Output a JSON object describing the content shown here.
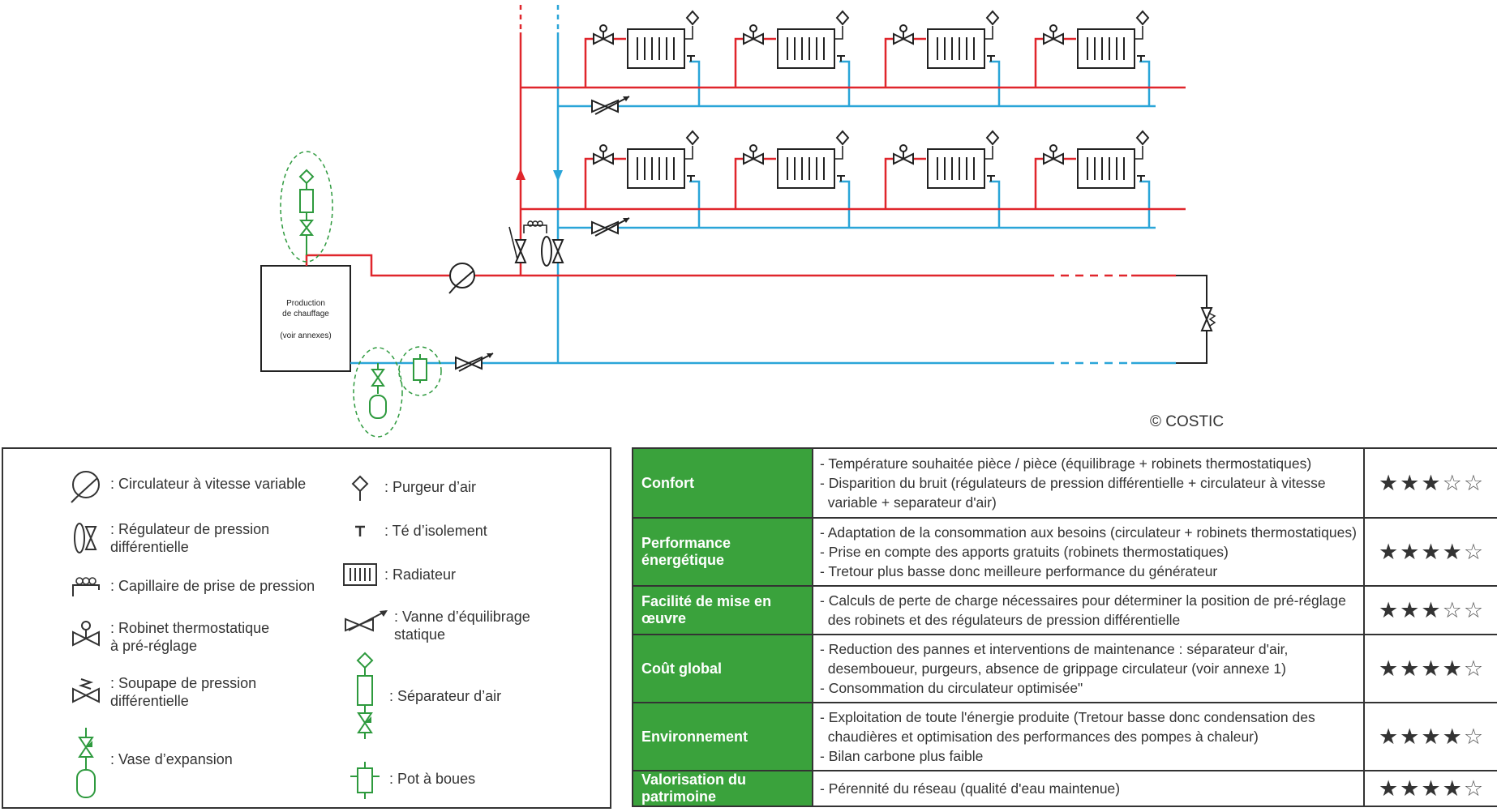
{
  "schema": {
    "boiler_label_line1": "Production",
    "boiler_label_line2": "de chauffage",
    "boiler_label_line3": "(voir annexes)",
    "copyright": "© COSTIC",
    "colors": {
      "supply": "#e0262c",
      "return": "#2aa5d8",
      "accessory": "#2e9a3e",
      "line": "#333333"
    }
  },
  "legend": [
    {
      "icon": "variable-speed-pump-icon",
      "label": ": Circulateur à vitesse variable"
    },
    {
      "icon": "differential-pressure-regulator-icon",
      "label": ": Régulateur de pression\n  différentielle"
    },
    {
      "icon": "pressure-capillary-icon",
      "label": ": Capillaire de prise de pression"
    },
    {
      "icon": "thermostatic-valve-icon",
      "label": ": Robinet thermostatique\n  à pré-réglage"
    },
    {
      "icon": "differential-relief-valve-icon",
      "label": ": Soupape de pression\n  différentielle"
    },
    {
      "icon": "expansion-vessel-icon",
      "label": ": Vase d’expansion"
    },
    {
      "icon": "air-vent-icon",
      "label": ": Purgeur d’air"
    },
    {
      "icon": "isolation-tee-icon",
      "label": ": Té d’isolement"
    },
    {
      "icon": "radiator-icon",
      "label": ": Radiateur"
    },
    {
      "icon": "balancing-valve-icon",
      "label": ": Vanne d’équilibrage\n  statique"
    },
    {
      "icon": "air-separator-icon",
      "label": ": Séparateur d’air"
    },
    {
      "icon": "dirt-pot-icon",
      "label": ": Pot  à boues"
    }
  ],
  "evaluation": [
    {
      "category": "Confort",
      "lines": [
        "- Température souhaitée pièce / pièce (équilibrage + robinets thermostatiques)",
        "- Disparition du bruit (régulateurs de pression différentielle + circulateur à vitesse",
        "  variable + separateur d'air)"
      ],
      "stars": 3
    },
    {
      "category": "Performance énergétique",
      "lines": [
        "- Adaptation de la consommation aux besoins (circulateur + robinets thermostatiques)",
        "- Prise en compte des apports gratuits (robinets thermostatiques)",
        "- Tretour plus basse donc meilleure performance du générateur"
      ],
      "stars": 4
    },
    {
      "category": "Facilité de mise en œuvre",
      "lines": [
        "- Calculs de perte de charge nécessaires pour déterminer la position de pré-réglage",
        "  des robinets et des régulateurs de pression différentielle"
      ],
      "stars": 3
    },
    {
      "category": "Coût global",
      "lines": [
        "- Reduction des pannes et interventions de maintenance : séparateur d'air,",
        "  desemboueur, purgeurs, absence de grippage circulateur (voir annexe 1)",
        "- Consommation du circulateur optimisée\""
      ],
      "stars": 4
    },
    {
      "category": "Environnement",
      "lines": [
        "- Exploitation de toute l'énergie produite (Tretour basse donc condensation des",
        "  chaudières et optimisation des performances des pompes à chaleur)",
        "- Bilan carbone plus faible"
      ],
      "stars": 4
    },
    {
      "category": "Valorisation du patrimoine",
      "lines": [
        "- Pérennité du réseau (qualité d'eau maintenue)"
      ],
      "stars": 4
    }
  ],
  "rating_max": 5,
  "star_on": "★",
  "star_off": "☆"
}
